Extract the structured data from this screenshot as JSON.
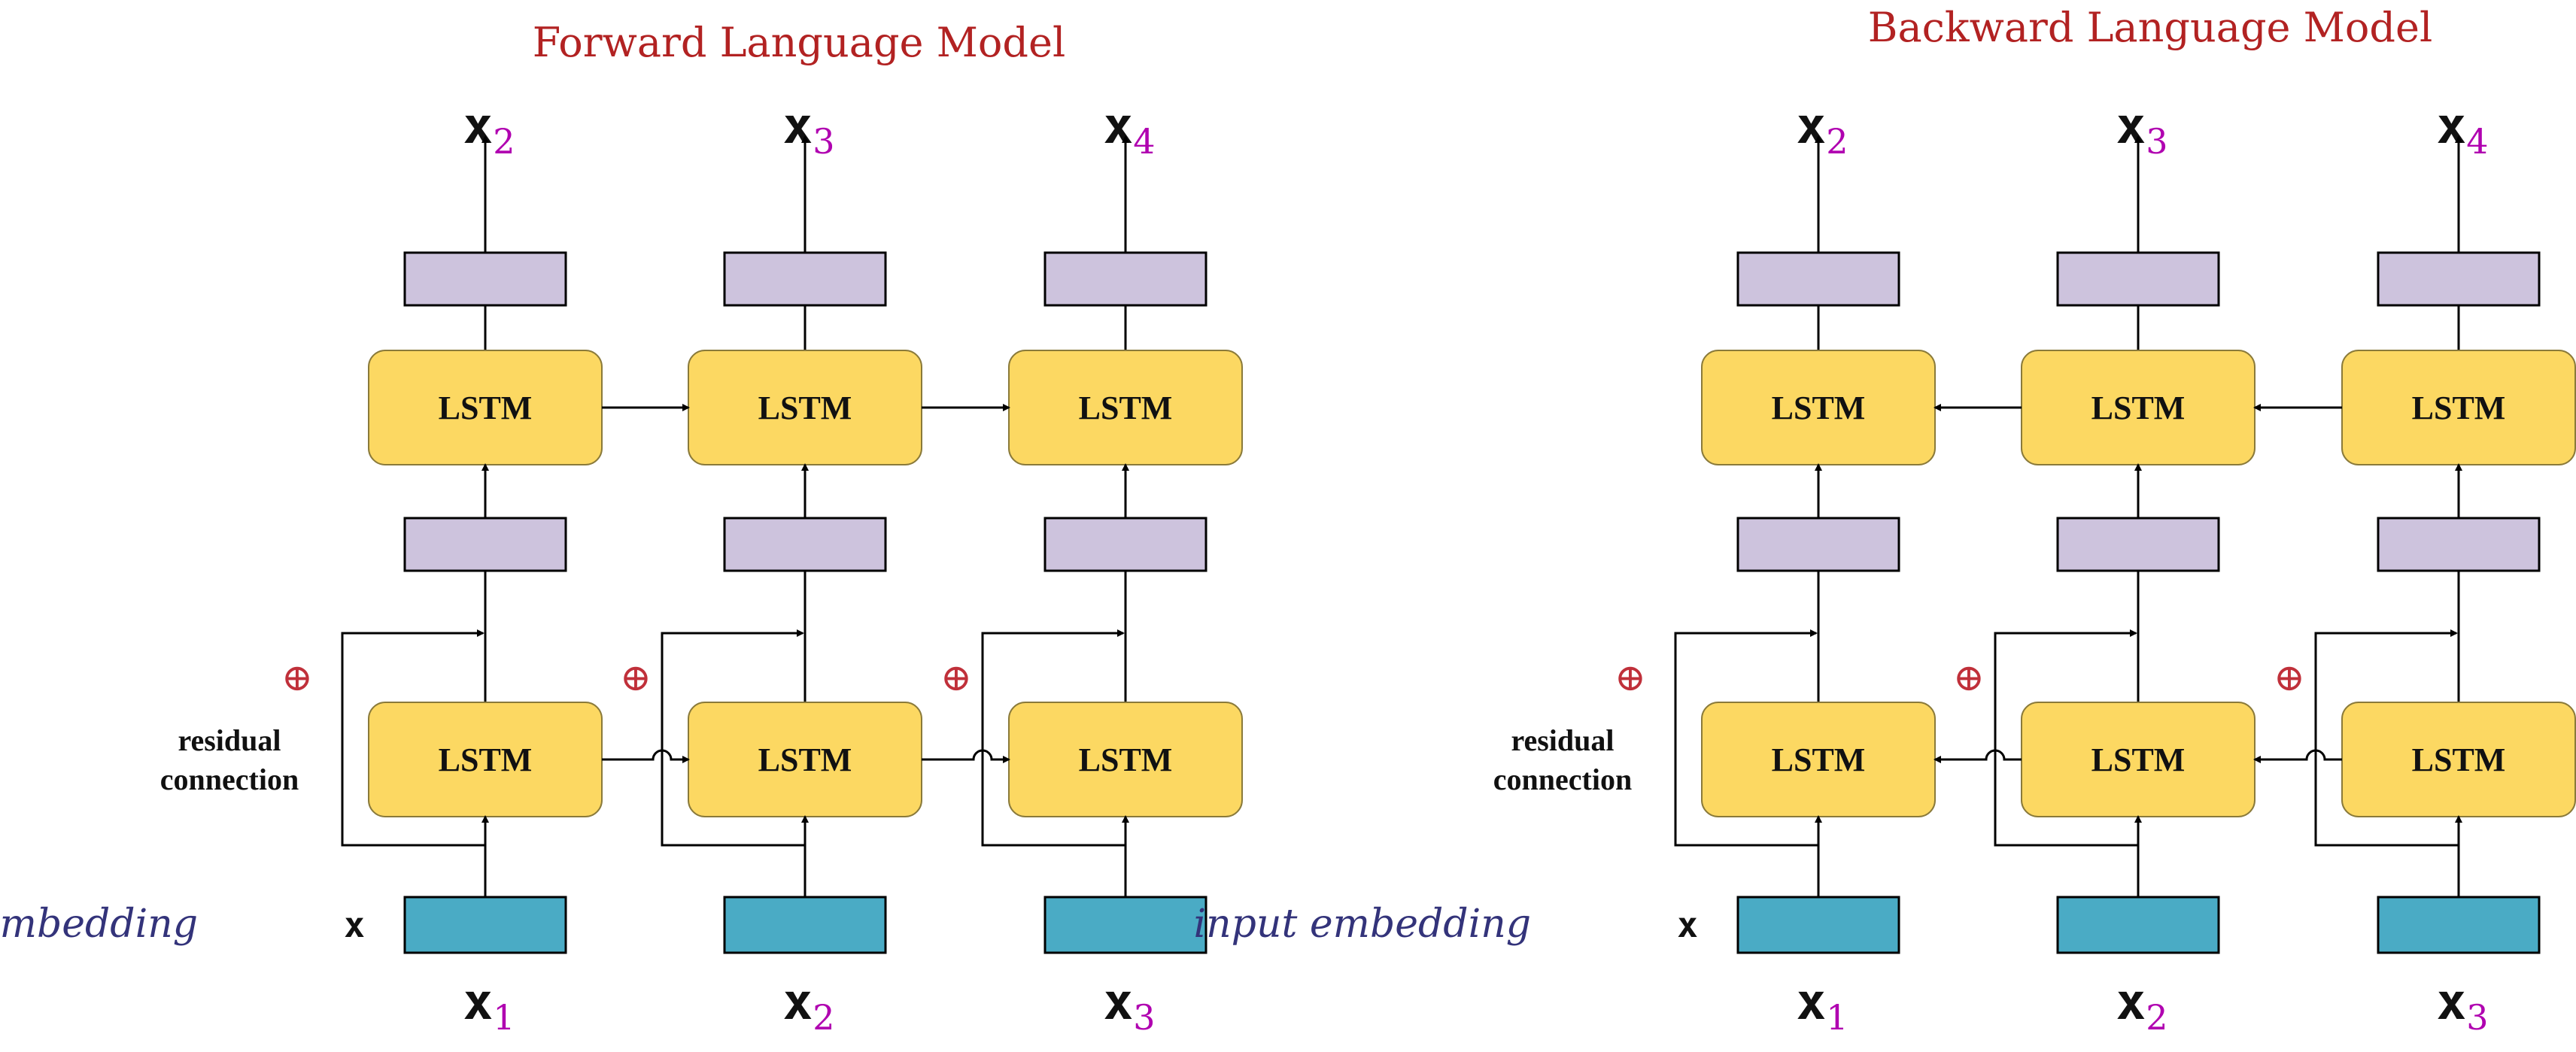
{
  "panels": [
    {
      "id": "forward",
      "title": "Forward Language Model",
      "direction": "forward",
      "lstm_label": "LSTM",
      "outputs": [
        {
          "var": "x",
          "sub": "2"
        },
        {
          "var": "x",
          "sub": "3"
        },
        {
          "var": "x",
          "sub": "4"
        }
      ],
      "inputs": [
        {
          "var": "x",
          "sub": "1"
        },
        {
          "var": "x",
          "sub": "2"
        },
        {
          "var": "x",
          "sub": "3"
        }
      ],
      "input_embedding_label": "input embedding",
      "input_embedding_var": "x",
      "residual_label_line1": "residual",
      "residual_label_line2": "connection",
      "oplus_symbol": "⊕"
    },
    {
      "id": "backward",
      "title": "Backward Language Model",
      "direction": "backward",
      "lstm_label": "LSTM",
      "outputs": [
        {
          "var": "x",
          "sub": "2"
        },
        {
          "var": "x",
          "sub": "3"
        },
        {
          "var": "x",
          "sub": "4"
        }
      ],
      "inputs": [
        {
          "var": "x",
          "sub": "1"
        },
        {
          "var": "x",
          "sub": "2"
        },
        {
          "var": "x",
          "sub": "3"
        }
      ],
      "input_embedding_label": "input embedding",
      "input_embedding_var": "x",
      "residual_label_line1": "residual",
      "residual_label_line2": "connection",
      "oplus_symbol": "⊕"
    }
  ],
  "colors": {
    "lstm_fill": "#fcd862",
    "lstm_stroke": "#8a7a3a",
    "proj_fill": "#cdc3dd",
    "embed_fill": "#4aabc5",
    "title": "#b22222",
    "subscript": "#b000b0",
    "input_embedding_text": "#33337a",
    "oplus": "#c0303a"
  }
}
